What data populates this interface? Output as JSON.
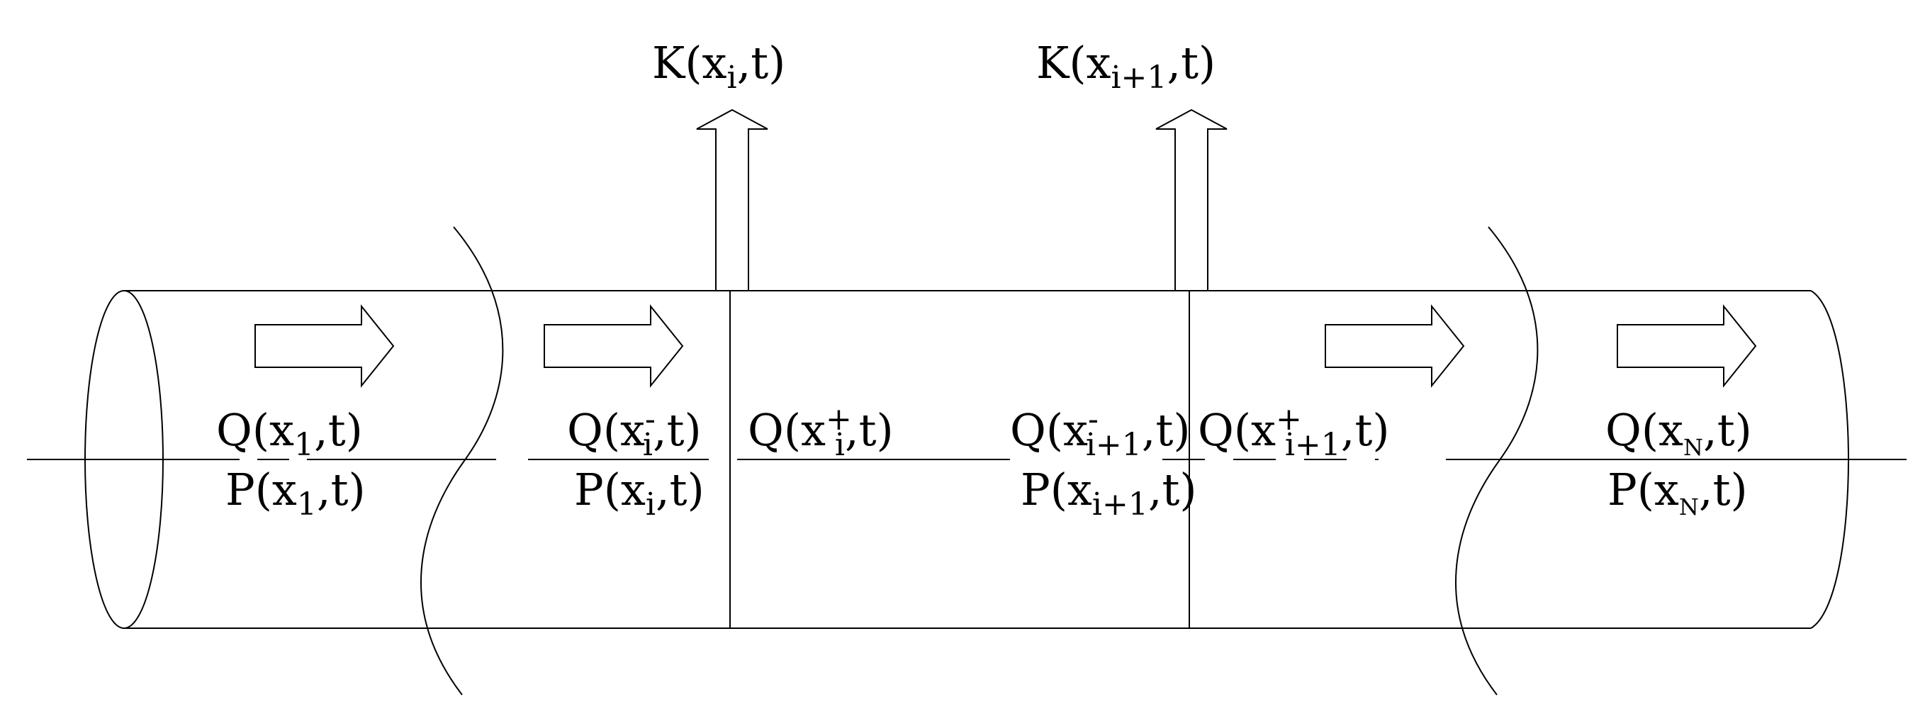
{
  "flow_labels": {
    "k1": {
      "base": "K(x",
      "sub": "i",
      "tail": ",t)"
    },
    "k2": {
      "base": "K(x",
      "sub": "i+1",
      "tail": ",t)"
    },
    "q1": {
      "base": "Q(x",
      "sub": "1",
      "tail": ",t)"
    },
    "p1": {
      "base": "P(x",
      "sub": "1",
      "tail": ",t)"
    },
    "qim": {
      "base": "Q(x",
      "sup": "-",
      "sub": "i",
      "tail": ",t)"
    },
    "pi": {
      "base": "P(x",
      "sub": "i",
      "tail": ",t)"
    },
    "qip": {
      "base": "Q(x",
      "sup": "+",
      "sub": "i",
      "tail": ",t)"
    },
    "qi1m": {
      "base": "Q(x",
      "sup": "-",
      "sub": "i+1",
      "tail": ",t)"
    },
    "pi1": {
      "base": "P(x",
      "sub": "i+1",
      "tail": ",t)"
    },
    "qi1p": {
      "base": "Q(x",
      "sup": "+",
      "sub": "i+1",
      "tail": ",t)"
    },
    "qn": {
      "base": "Q(x",
      "sub": "N",
      "tail": ",t)"
    },
    "pn": {
      "base": "P(x",
      "sub": "N",
      "tail": ",t)"
    }
  }
}
